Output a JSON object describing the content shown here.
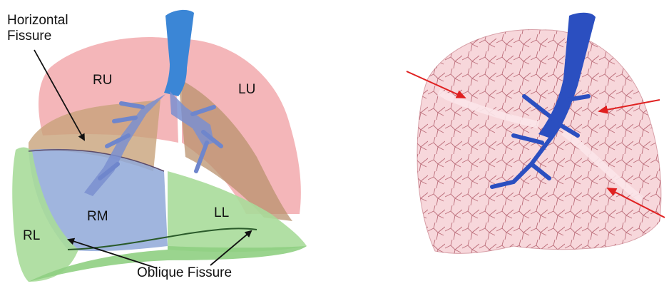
{
  "left_panel": {
    "lobes": {
      "ru": "RU",
      "lu": "LU",
      "rm": "RM",
      "rl": "RL",
      "ll": "LL"
    },
    "labels": {
      "horizontal_fissure_line1": "Horizontal",
      "horizontal_fissure_line2": "Fissure",
      "oblique_fissure": "Oblique Fissure"
    }
  },
  "colors": {
    "upper_lobes": "#f2a9ad",
    "middle_lobe": "#8fa8d8",
    "lower_lobes": "#a8dc9a",
    "upper_overlap": "#c8a27a",
    "airway": "#3b86d6",
    "vessels": "#b06070",
    "right_lung": "#f4c6cc",
    "right_airway": "#2b4fc0",
    "arrows": "#e02020",
    "label_arrows": "#111111"
  },
  "icons": {
    "airway_tree": "airway-tree-icon",
    "annotation_arrow": "arrow-icon"
  }
}
